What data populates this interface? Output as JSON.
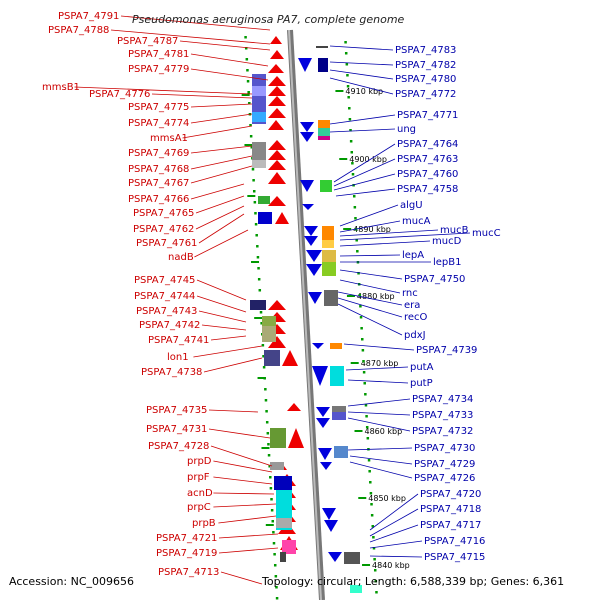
{
  "title": "Pseudomonas aeruginosa PA7, complete genome",
  "footer": {
    "accession": "Accession: NC_009656",
    "topology": "Topology: circular; Length: 6,588,339 bp; Genes: 6,361"
  },
  "colors": {
    "forward": "#ee0000",
    "reverse": "#0000dd",
    "left_label": "#cc0000",
    "right_label": "#0000aa",
    "backbone": "#999999"
  },
  "tick_labels": [
    "4910 kbp",
    "4900 kbp",
    "4890 kbp",
    "4880 kbp",
    "4870 kbp",
    "4860 kbp",
    "4850 kbp",
    "4840 kbp"
  ],
  "left_labels": [
    "PSPA7_4791",
    "PSPA7_4788",
    "PSPA7_4787",
    "PSPA7_4781",
    "PSPA7_4779",
    "mmsB1",
    "PSPA7_4776",
    "PSPA7_4775",
    "PSPA7_4774",
    "mmsA1",
    "PSPA7_4769",
    "PSPA7_4768",
    "PSPA7_4767",
    "PSPA7_4766",
    "PSPA7_4765",
    "PSPA7_4762",
    "PSPA7_4761",
    "nadB",
    "PSPA7_4745",
    "PSPA7_4744",
    "PSPA7_4743",
    "PSPA7_4742",
    "PSPA7_4741",
    "lon1",
    "PSPA7_4738",
    "PSPA7_4735",
    "PSPA7_4731",
    "PSPA7_4728",
    "prpD",
    "prpF",
    "acnD",
    "prpC",
    "prpB",
    "PSPA7_4721",
    "PSPA7_4719",
    "PSPA7_4713"
  ],
  "right_labels": [
    "PSPA7_4783",
    "PSPA7_4782",
    "PSPA7_4780",
    "PSPA7_4772",
    "PSPA7_4771",
    "ung",
    "PSPA7_4764",
    "PSPA7_4763",
    "PSPA7_4760",
    "PSPA7_4758",
    "algU",
    "mucA",
    "mucB",
    "mucC",
    "mucD",
    "lepA",
    "lepB1",
    "PSPA7_4750",
    "rnc",
    "era",
    "recO",
    "pdxJ",
    "PSPA7_4739",
    "putA",
    "putP",
    "PSPA7_4734",
    "PSPA7_4733",
    "PSPA7_4732",
    "PSPA7_4730",
    "PSPA7_4729",
    "PSPA7_4726",
    "PSPA7_4720",
    "PSPA7_4718",
    "PSPA7_4717",
    "PSPA7_4716",
    "PSPA7_4715"
  ]
}
